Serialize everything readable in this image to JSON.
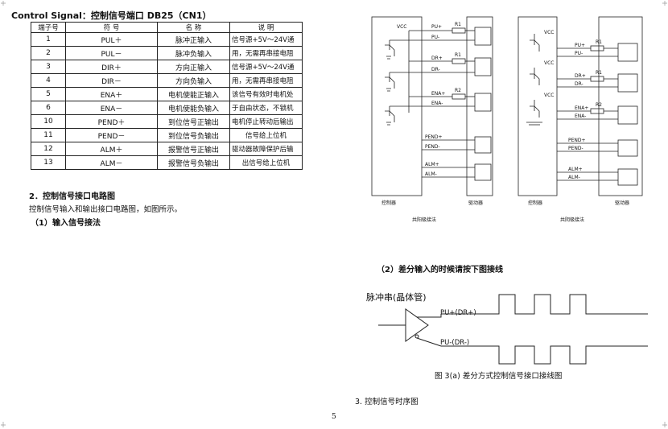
{
  "heading": "Control Signal：控制信号端口 DB25（CN1）",
  "table": {
    "headers": [
      "端子号",
      "符 号",
      "名 称",
      "说 明"
    ],
    "rows": [
      {
        "pin": "1",
        "symbol": "PUL＋",
        "name": "脉冲正输入"
      },
      {
        "pin": "2",
        "symbol": "PUL－",
        "name": "脉冲负输入"
      },
      {
        "pin": "3",
        "symbol": "DIR＋",
        "name": "方向正输入"
      },
      {
        "pin": "4",
        "symbol": "DIR－",
        "name": "方向负输入"
      },
      {
        "pin": "5",
        "symbol": "ENA＋",
        "name": "电机使能正输入"
      },
      {
        "pin": "6",
        "symbol": "ENA－",
        "name": "电机使能负输入"
      },
      {
        "pin": "10",
        "symbol": "PEND＋",
        "name": "到位信号正输出"
      },
      {
        "pin": "11",
        "symbol": "PEND－",
        "name": "到位信号负输出"
      },
      {
        "pin": "12",
        "symbol": "ALM＋",
        "name": "报警信号正输出"
      },
      {
        "pin": "13",
        "symbol": "ALM－",
        "name": "报警信号负输出"
      }
    ],
    "notes": [
      "信号源+5V～24V通",
      "用，无需再串接电阻",
      "信号源+5V～24V通",
      "用，无需再串接电阻",
      "该信号有效时电机处",
      "于自由状态，不锁机",
      "电机停止转动后输出",
      "信号给上位机",
      "驱动器故障保护后输",
      "出信号给上位机"
    ]
  },
  "section2": {
    "title": "2．控制信号接口电路图",
    "text": "控制信号输入和输出接口电路图，如图所示。",
    "sub1": "（1）输入信号接法"
  },
  "diagrams": {
    "left_caption": "共阳极接法",
    "right_caption": "共阴极接法",
    "controller": "控制器",
    "driver": "驱动器",
    "vcc": "VCC",
    "labels_left": [
      "PU+",
      "PU-",
      "DR+",
      "DR-",
      "ENA+",
      "ENA-",
      "PEND+",
      "PEND-",
      "ALM+",
      "ALM-"
    ],
    "labels_right": [
      "PU+",
      "PU-",
      "DR+",
      "DR-",
      "ENA+",
      "ENA-",
      "PEND+",
      "PEND-",
      "ALM+",
      "ALM-"
    ],
    "resistors": [
      "R1",
      "R1",
      "R2"
    ]
  },
  "section_diff": {
    "title": "（2）差分输入的时候请按下图接线",
    "pulse_label": "脉冲串(晶体管)",
    "pos_label": "PU+(DR+)",
    "neg_label": "PU-(DR-)",
    "caption": "图 3(a) 差分方式控制信号接口接线图"
  },
  "section3": "3. 控制信号时序图",
  "page_number": "5"
}
